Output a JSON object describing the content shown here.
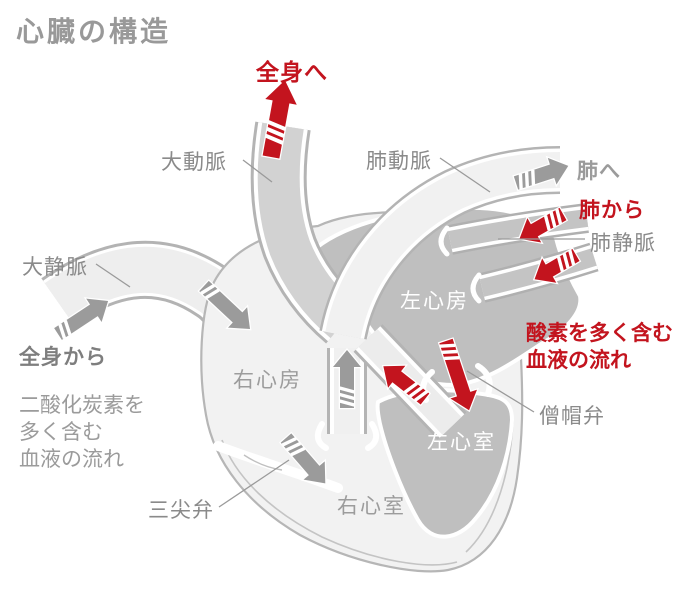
{
  "title": "心臓の構造",
  "labels": {
    "to_body": "全身へ",
    "aorta": "大動脈",
    "pulmonary_artery": "肺動脈",
    "to_lungs": "肺へ",
    "from_lungs": "肺から",
    "pulmonary_vein": "肺静脈",
    "vena_cava": "大静脈",
    "from_body": "全身から",
    "right_atrium": "右心房",
    "left_atrium": "左心房",
    "right_ventricle": "右心室",
    "left_ventricle": "左心室",
    "mitral_valve": "僧帽弁",
    "tricuspid_valve": "三尖弁"
  },
  "legend": {
    "co2_flow": [
      "二酸化炭素を",
      "多く含む",
      "血液の流れ"
    ],
    "o2_flow": [
      "酸素を多く含む",
      "血液の流れ"
    ]
  },
  "colors": {
    "red": "#c3141e",
    "gray_arrow": "#9b9b9b",
    "chamber_dark": "#bfbfbf",
    "chamber_light": "#f2f2f2",
    "vessel_outline": "#b3b3b3",
    "aorta_fill": "#d2d2d2",
    "title_gray": "#999999"
  }
}
